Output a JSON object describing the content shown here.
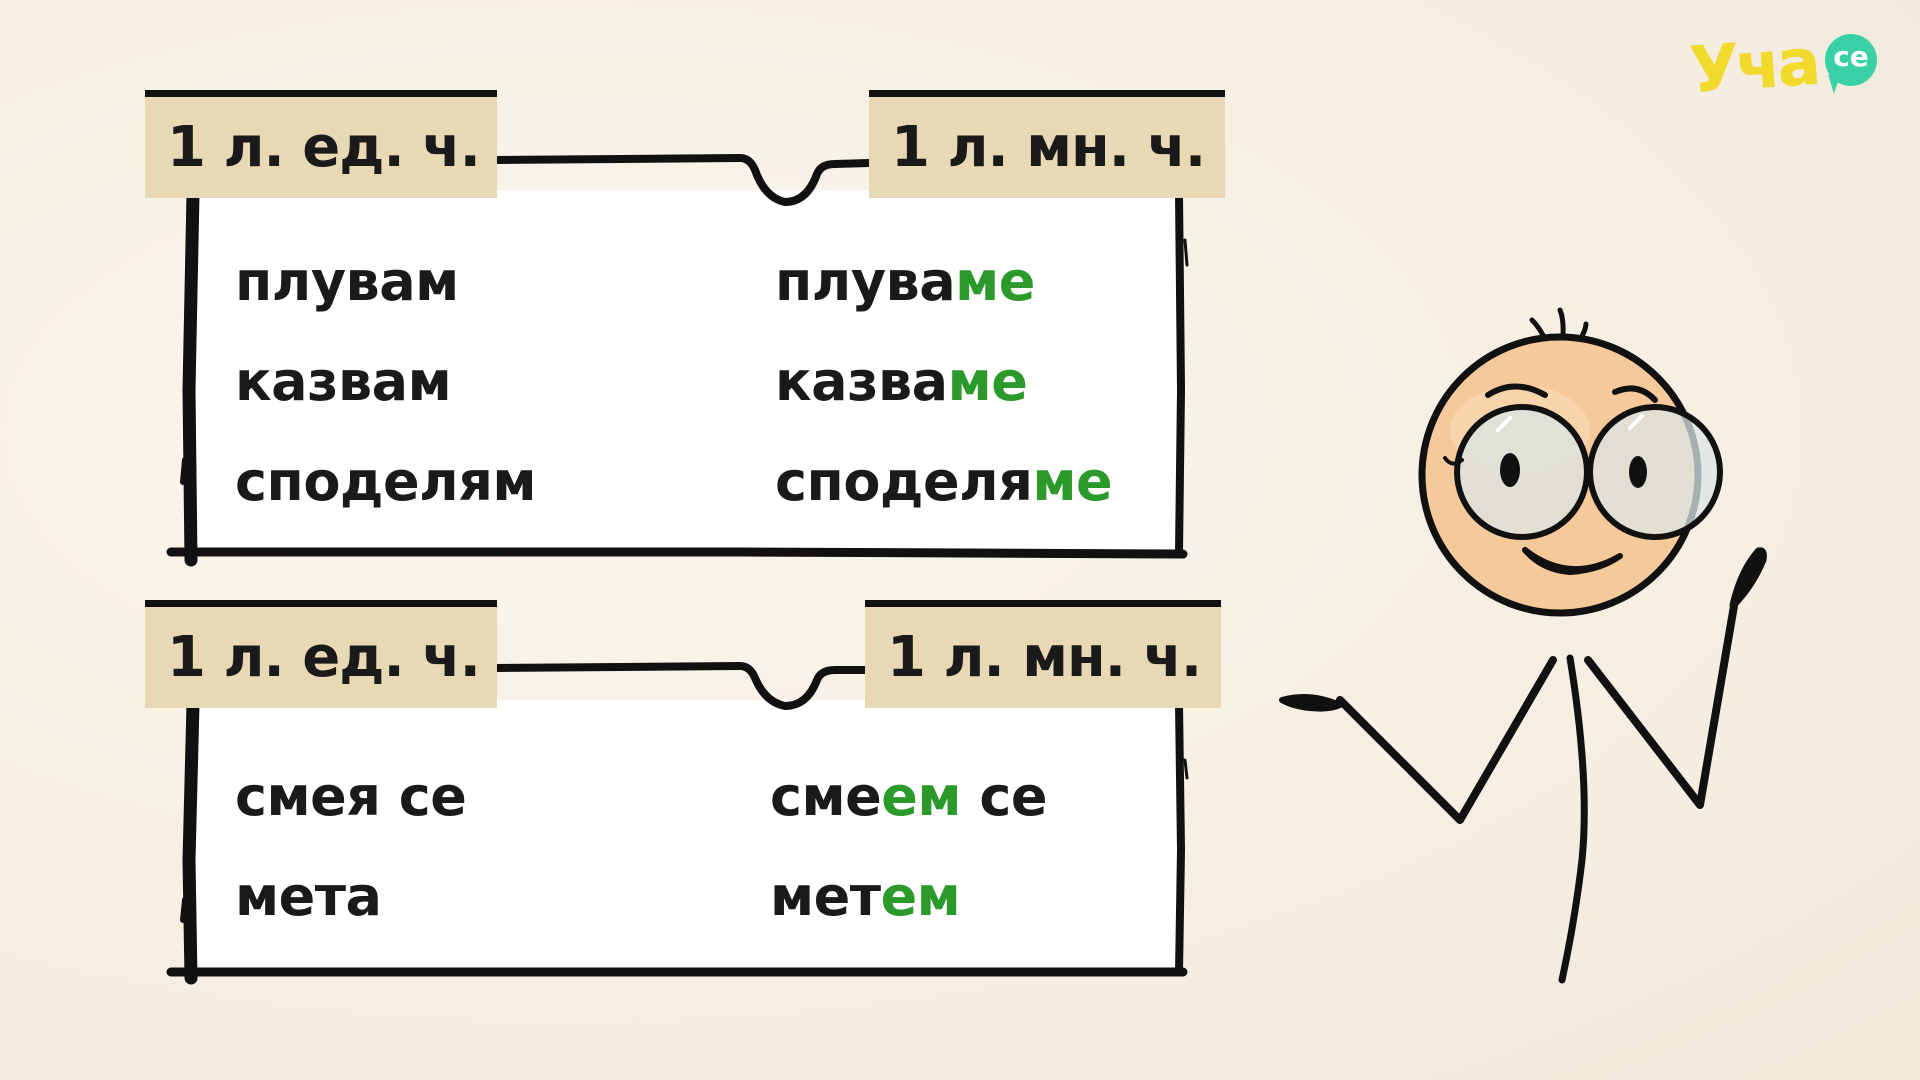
{
  "logo": {
    "word": "Уча",
    "bubble": "се",
    "colors": {
      "word": "#f2da2c",
      "bubble": "#39d0a6"
    }
  },
  "boards": [
    {
      "singular_label": "1 л. ед. ч.",
      "plural_label": "1 л. мн. ч.",
      "rows": [
        {
          "singular": "плувам",
          "plural_stem": "плува",
          "plural_ending": "ме"
        },
        {
          "singular": "казвам",
          "plural_stem": "казва",
          "plural_ending": "ме"
        },
        {
          "singular": "споделям",
          "plural_stem": "споделя",
          "plural_ending": "ме"
        }
      ]
    },
    {
      "singular_label": "1 л. ед. ч.",
      "plural_label": "1 л. мн. ч.",
      "rows": [
        {
          "singular": "смея се",
          "plural_stem": "сме",
          "plural_ending": "ем",
          "plural_suffix": " се"
        },
        {
          "singular": "мета",
          "plural_stem": "мет",
          "plural_ending": "ем",
          "plural_suffix": ""
        }
      ]
    }
  ],
  "colors": {
    "background": "#f6f0e4",
    "tag": "#e9d8b4",
    "ending": "#2b9a2b",
    "ink": "#1a1a1a"
  }
}
